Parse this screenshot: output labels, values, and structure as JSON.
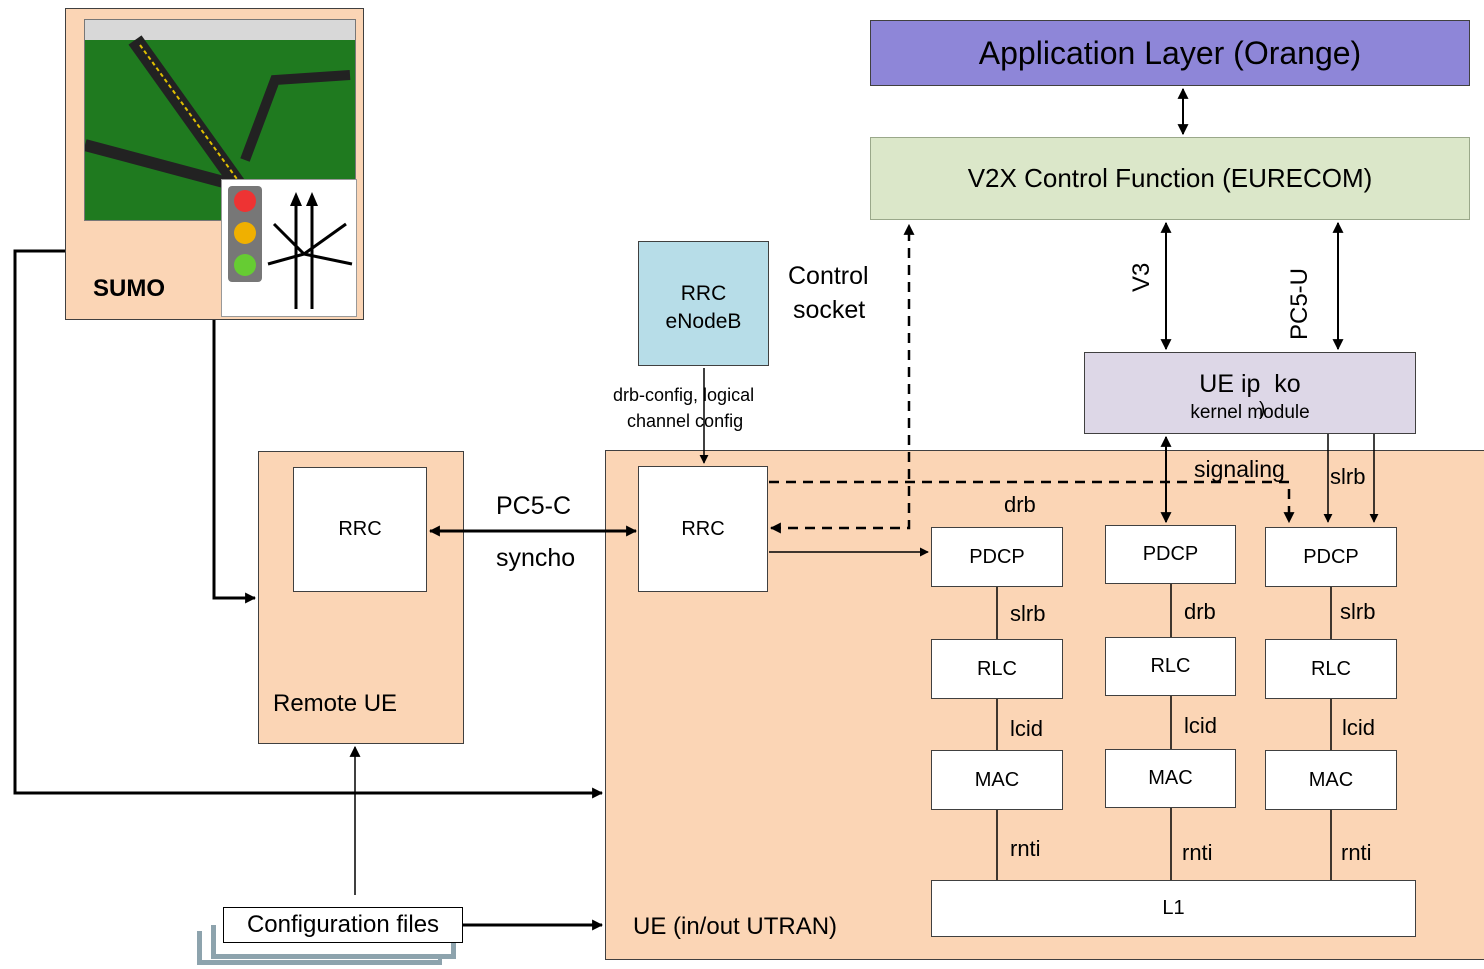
{
  "app_layer": "Application Layer (Orange)",
  "v2x": "V2X Control Function (EURECOM)",
  "sumo": {
    "label": "SUMO",
    "screenshot_icon": "traffic-simulation-screenshot",
    "traffic_light_icon": "traffic-light-icon"
  },
  "enb": {
    "line1": "RRC",
    "line2": "eNodeB"
  },
  "control_socket": {
    "line1": "Control",
    "line2": "socket"
  },
  "drb_config": {
    "line1": "drb-config, logical",
    "line2": "channel config"
  },
  "ue_ip": {
    "line1": "UE ip  ko",
    "line2": "kernel module",
    "stray": ")"
  },
  "v3": "V3",
  "pc5u": "PC5-U",
  "remote_ue": {
    "rrc": "RRC",
    "label": "Remote UE"
  },
  "pc5c": "PC5-C",
  "syncho": "syncho",
  "ue": {
    "rrc": "RRC",
    "label": "UE (in/out UTRAN)"
  },
  "signaling": "signaling",
  "drb_top": "drb",
  "slrb_top": "slrb",
  "stacks": [
    {
      "pdcp": "PDCP",
      "bearer": "slrb",
      "rlc": "RLC",
      "lcid": "lcid",
      "mac": "MAC",
      "rnti": "rnti"
    },
    {
      "pdcp": "PDCP",
      "bearer": "drb",
      "rlc": "RLC",
      "lcid": "lcid",
      "mac": "MAC",
      "rnti": "rnti"
    },
    {
      "pdcp": "PDCP",
      "bearer": "slrb",
      "rlc": "RLC",
      "lcid": "lcid",
      "mac": "MAC",
      "rnti": "rnti"
    }
  ],
  "l1": "L1",
  "config_files": "Configuration files",
  "colors": {
    "peach": "#fbd5b5",
    "app_layer": "#8e86d8",
    "v2x": "#dbe7c9",
    "enodeb": "#b7dde8",
    "ue_ip": "#ddd7e7",
    "config_shadow": "#8da3ad"
  }
}
